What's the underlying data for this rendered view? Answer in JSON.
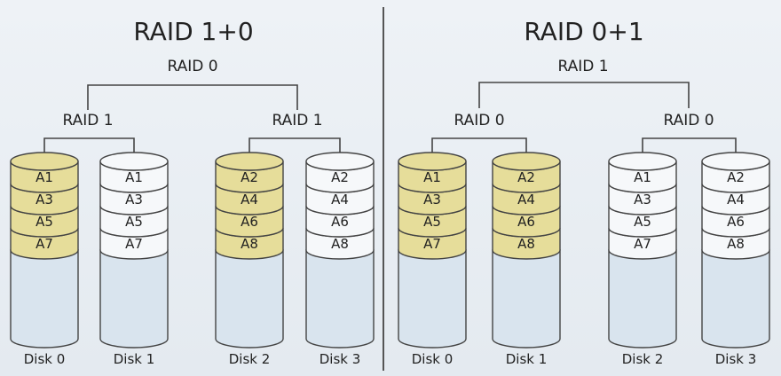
{
  "left_panel": {
    "title": "RAID 1+0",
    "top_label": "RAID 0",
    "group_labels": [
      "RAID 1",
      "RAID 1"
    ],
    "disks": [
      {
        "label": "Disk 0",
        "blocks": [
          "A1",
          "A3",
          "A5",
          "A7"
        ],
        "highlight": true
      },
      {
        "label": "Disk 1",
        "blocks": [
          "A1",
          "A3",
          "A5",
          "A7"
        ],
        "highlight": false
      },
      {
        "label": "Disk 2",
        "blocks": [
          "A2",
          "A4",
          "A6",
          "A8"
        ],
        "highlight": true
      },
      {
        "label": "Disk 3",
        "blocks": [
          "A2",
          "A4",
          "A6",
          "A8"
        ],
        "highlight": false
      }
    ]
  },
  "right_panel": {
    "title": "RAID 0+1",
    "top_label": "RAID 1",
    "group_labels": [
      "RAID 0",
      "RAID 0"
    ],
    "disks": [
      {
        "label": "Disk 0",
        "blocks": [
          "A1",
          "A3",
          "A5",
          "A7"
        ],
        "highlight": true
      },
      {
        "label": "Disk 1",
        "blocks": [
          "A2",
          "A4",
          "A6",
          "A8"
        ],
        "highlight": true
      },
      {
        "label": "Disk 2",
        "blocks": [
          "A1",
          "A3",
          "A5",
          "A7"
        ],
        "highlight": false
      },
      {
        "label": "Disk 3",
        "blocks": [
          "A2",
          "A4",
          "A6",
          "A8"
        ],
        "highlight": false
      }
    ]
  },
  "colors": {
    "highlight_block": "#e6dd9a",
    "plain_block": "#f6f8fa",
    "disk_body": "#d9e4ee",
    "outline": "#444444",
    "text": "#222222"
  }
}
